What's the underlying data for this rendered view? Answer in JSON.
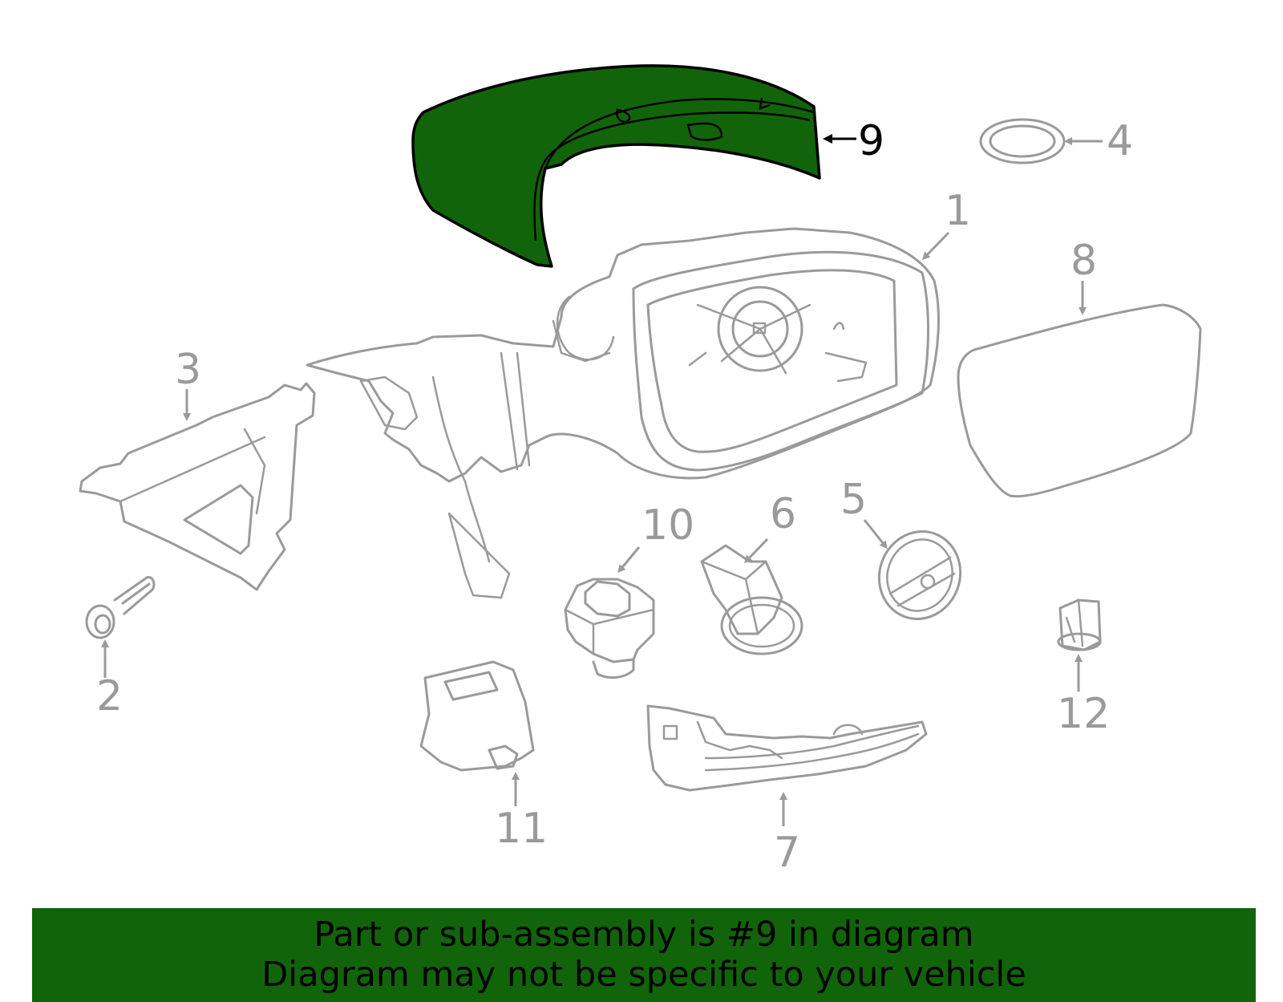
{
  "highlight_color": "#12640a",
  "highlighted_part": "9",
  "callouts": {
    "c1": "1",
    "c2": "2",
    "c3": "3",
    "c4": "4",
    "c5": "5",
    "c6": "6",
    "c7": "7",
    "c8": "8",
    "c9": "9",
    "c10": "10",
    "c11": "11",
    "c12": "12"
  },
  "banner": {
    "line1": "Part or sub-assembly is #9 in diagram",
    "line2": "Diagram may not be specific to your vehicle"
  }
}
